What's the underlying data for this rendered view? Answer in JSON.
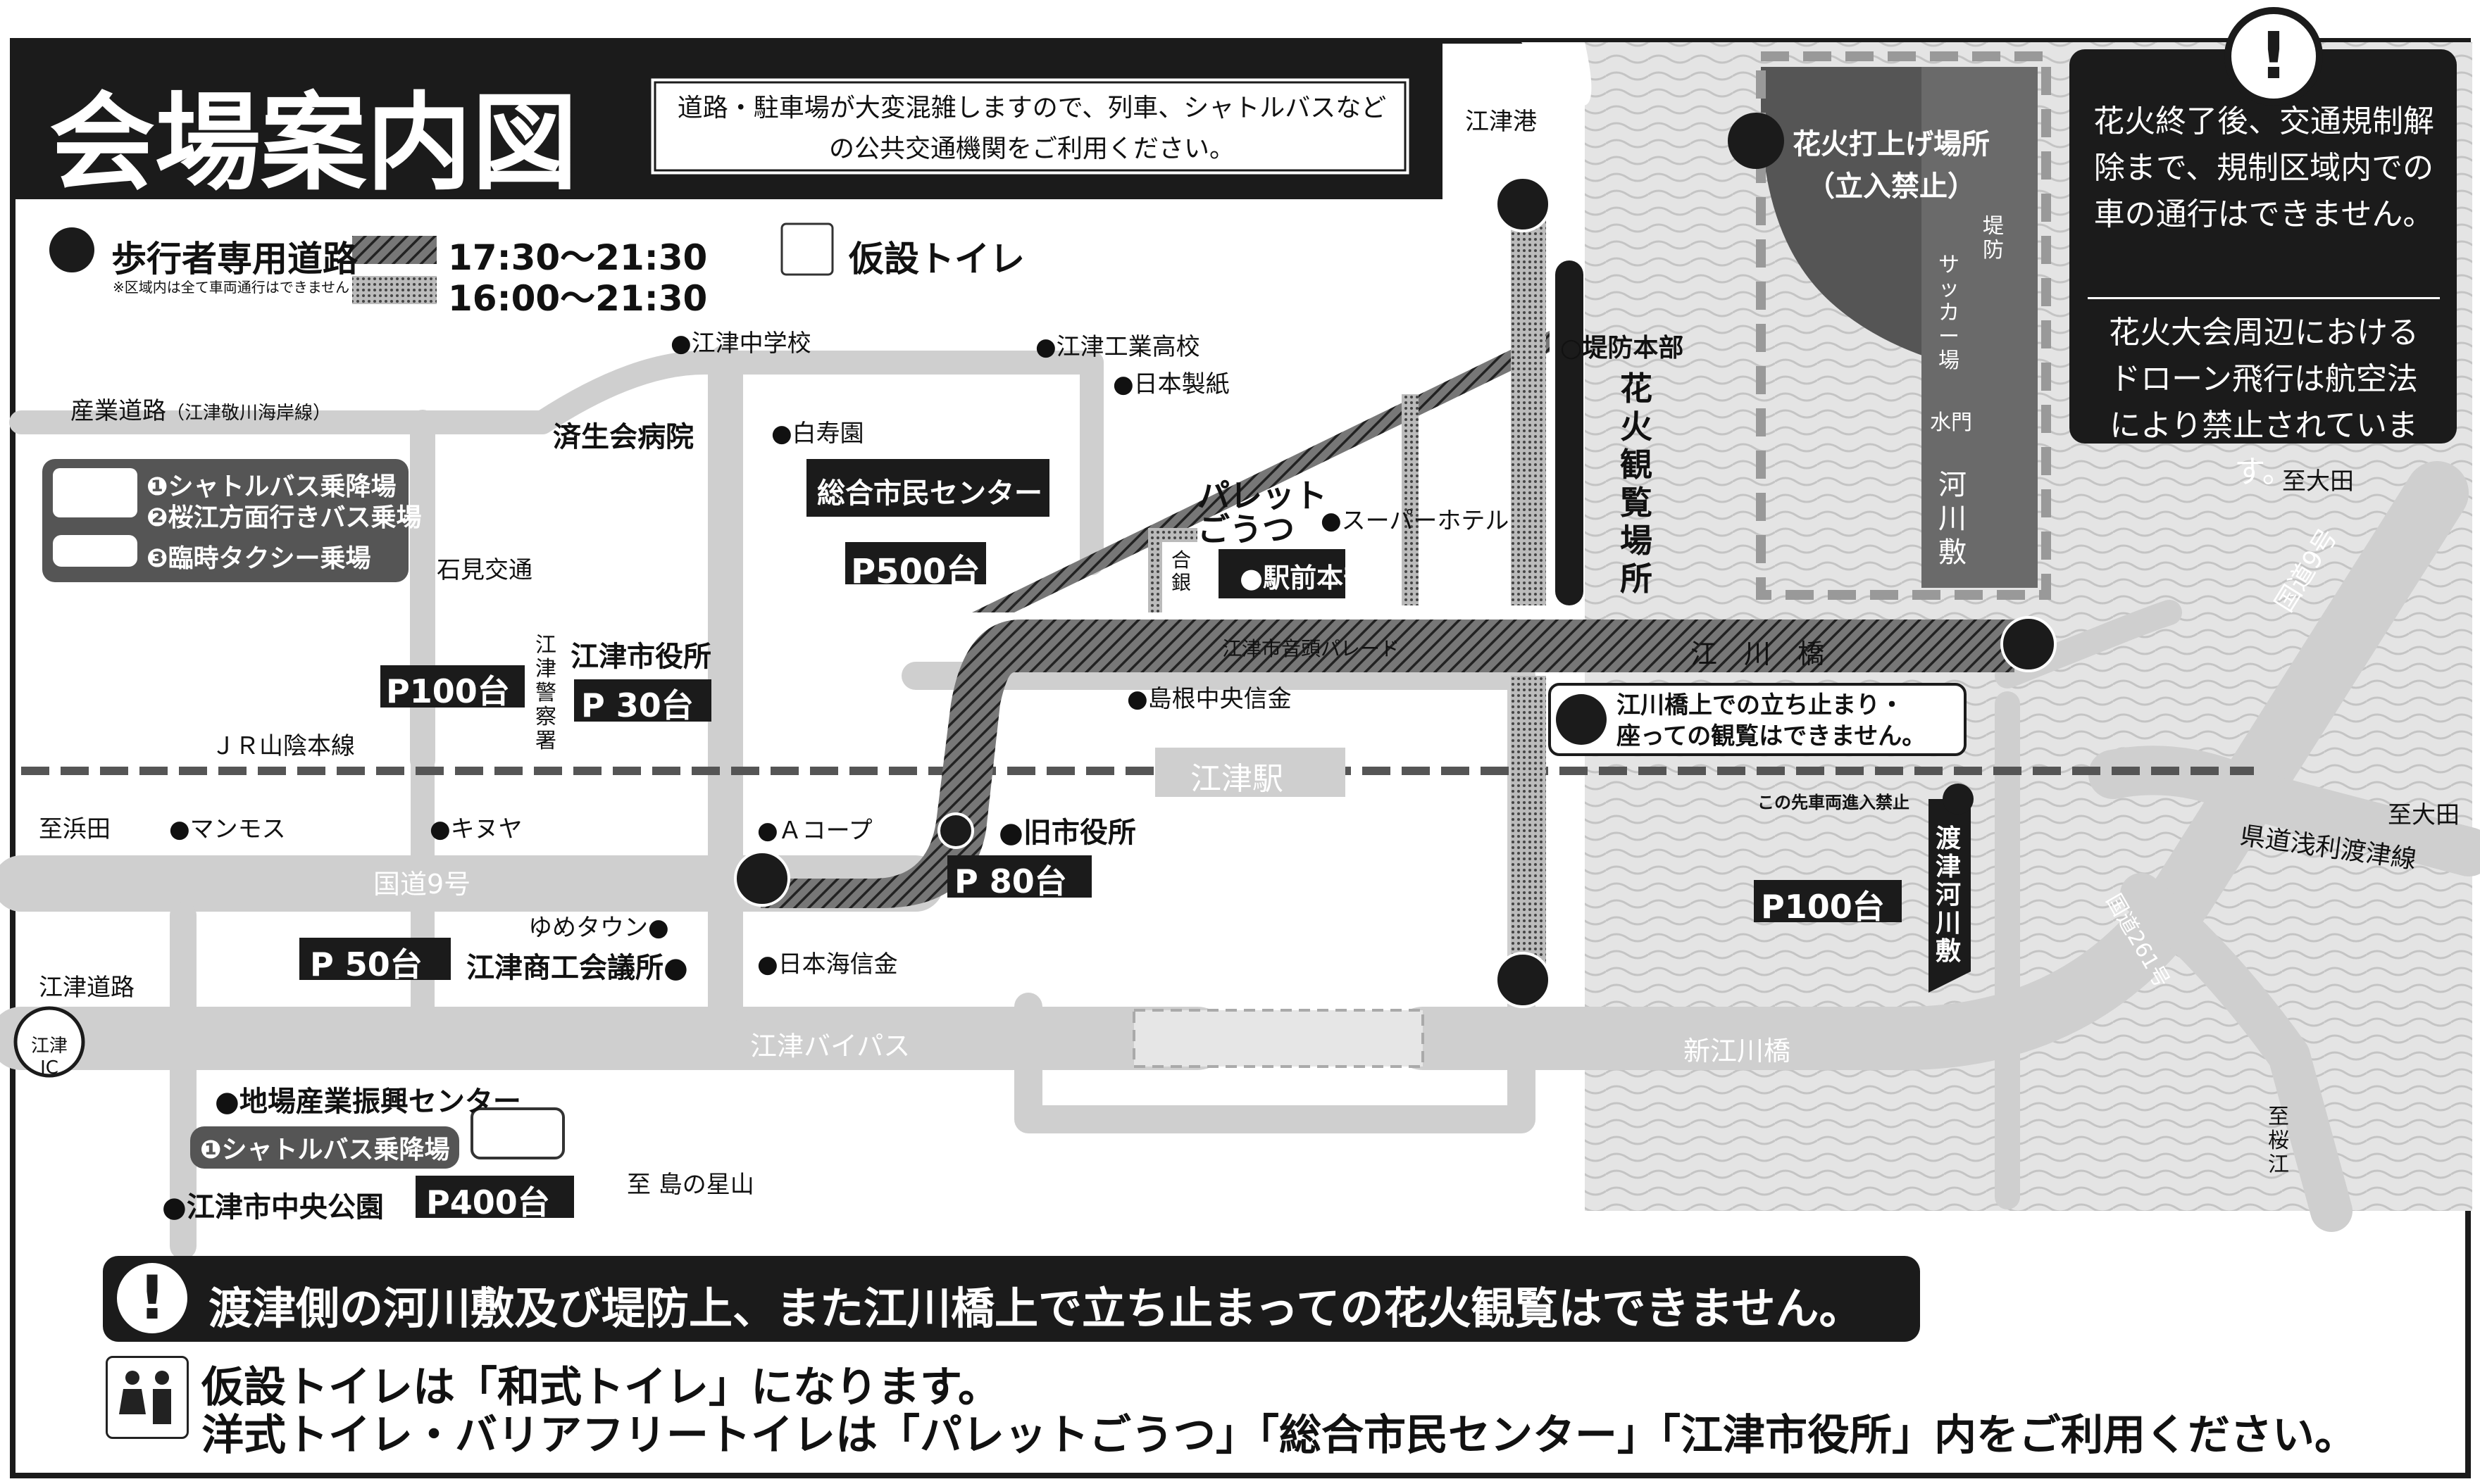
{
  "title": "会場案内図",
  "header_note": [
    "道路・駐車場が大変混雑しますので、列車、シャトルバスなど",
    "の公共交通機関をご利用ください。"
  ],
  "legend": {
    "pedestrian_road": "歩行者専用道路",
    "pedestrian_note": "※区域内は全て車両通行はできません",
    "time1": "17:30〜21:30",
    "time2": "16:00〜21:30",
    "toilet": "仮設トイレ"
  },
  "transport": {
    "shuttle_stop": "❶シャトルバス乗降場",
    "bus_stop": "❷桜江方面行きバス乗場",
    "taxi_stop": "❸臨時タクシー乗場"
  },
  "places": {
    "gotsu_port": "江津港",
    "gotsu_jhs": "●江津中学校",
    "gotsu_tech": "●江津工業高校",
    "nippon_paper": "●日本製紙",
    "hakujuen": "●白寿園",
    "saiseikai": "済生会病院",
    "industrial_road": "産業道路",
    "industrial_road_sub": "（江津敬川海岸線）",
    "iwami_kotsu": "石見交通",
    "civic_center": "総合市民センター",
    "civic_parking": "P500台",
    "palette": "パレットごうつ",
    "super_hotel": "●スーパーホテル",
    "station_hq": "●駅前本部",
    "goudou_bank": "合銀",
    "police": "江津警察署",
    "city_hall": "江津市役所",
    "city_hall_parking": "P 30台",
    "parking_100a": "P100台",
    "shimane_bank": "●島根中央信金",
    "parade": "江津市音頭パレード",
    "gokawa_bridge": "江　川　橋",
    "no_stopping_bridge": [
      "江川橋上での立ち止まり・",
      "座っての観覧はできません。"
    ],
    "jr_line": "ＪＲ山陰本線",
    "station": "江津駅",
    "to_hamada": "至浜田",
    "manmos": "●マンモス",
    "kinuya": "●キヌヤ",
    "a_coop": "●Ａコープ",
    "old_city_hall": "●旧市役所",
    "parking_80": "P 80台",
    "route9": "国道9号",
    "youme": "ゆめタウン●",
    "parking_50": "P 50台",
    "chamber": "江津商工会議所●",
    "japan_sea_bank": "●日本海信金",
    "gotsu_road": "江津道路",
    "gotsu_ic": "江津IC",
    "bypass": "江津バイパス",
    "shin_gokawa": "新江川橋",
    "local_industry": "●地場産業振興センター",
    "shuttle_stop2": "❶シャトルバス乗降場",
    "central_park": "●江津市中央公園",
    "parking_400": "P400台",
    "to_shimanohoshiyama": "至 島の星山",
    "dike_hq": "○堤防本部",
    "viewing_area": "花火観覧場所",
    "launch_site": [
      "花火打上げ場所",
      "（立入禁止）"
    ],
    "dike": "堤防",
    "soccer": "サッカー場",
    "water_gate": "水門",
    "riverbed": "河川敷",
    "to_oda1": "至大田",
    "to_oda2": "至大田",
    "route9_right": "国道9号",
    "prefectural_road": "県道浅利渡津線",
    "route261": "国道261号",
    "to_sakurae": "至桜江",
    "no_entry": "この先車両進入禁止",
    "parking_100b": "P100台",
    "watatsu_riverbed": "渡津河川敷"
  },
  "right_box": {
    "p1": [
      "花火終了後、交通規制解",
      "除まで、規制区域内での",
      "車の通行はできません。"
    ],
    "p2": [
      "花火大会周辺における",
      "ドローン飛行は航空法",
      "により禁止されています。"
    ]
  },
  "bottom": {
    "warning": "渡津側の河川敷及び堤防上、また江川橋上で立ち止まっての花火観覧はできません。",
    "toilet_note1": "仮設トイレは「和式トイレ」になります。",
    "toilet_note2": "洋式トイレ・バリアフリートイレは「パレットごうつ」「総合市民センター」「江津市役所」内をご利用ください。"
  },
  "colors": {
    "dark": "#1b1b1b",
    "road": "#cfcfcf",
    "river": "#d9d9d9",
    "white": "#ffffff"
  }
}
